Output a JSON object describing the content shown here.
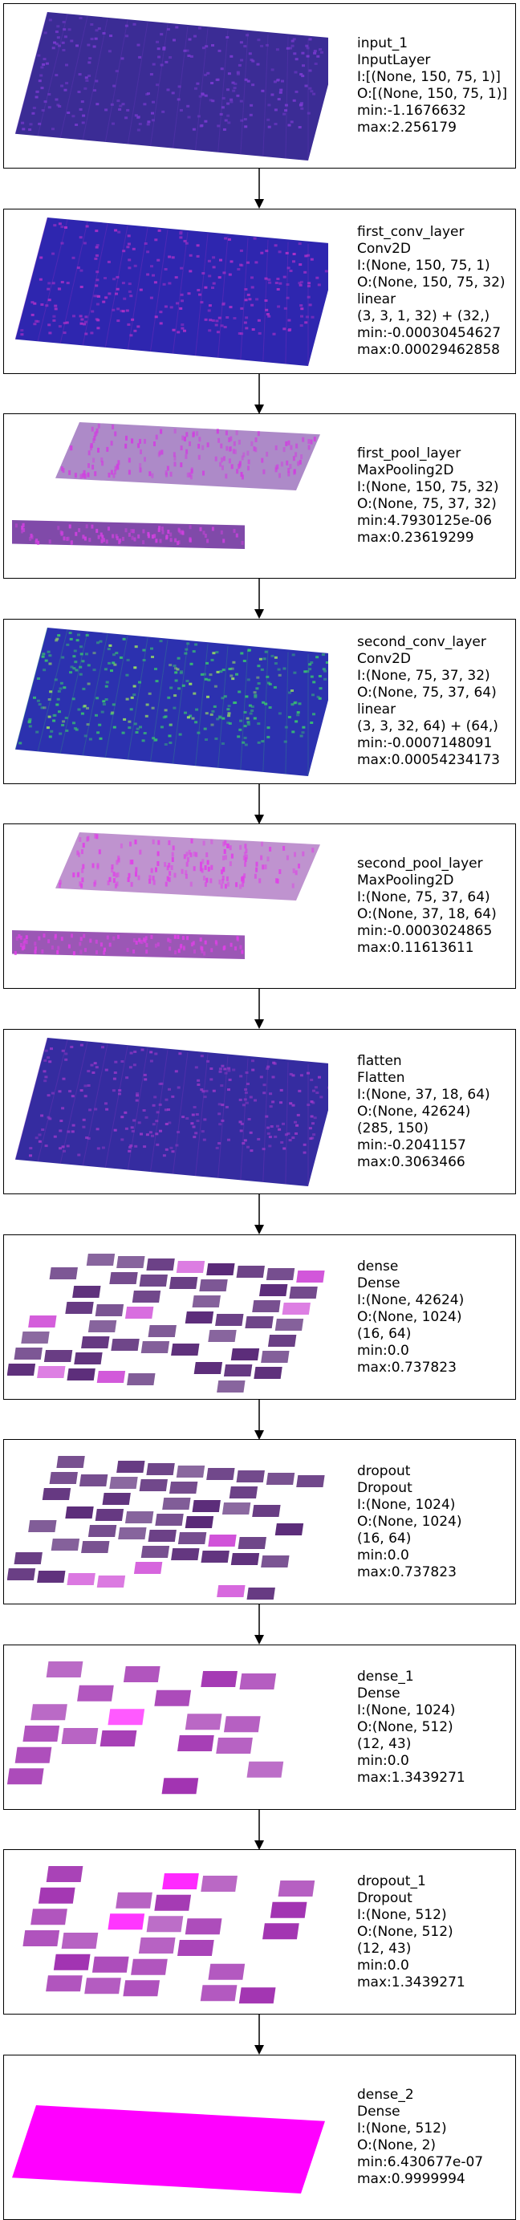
{
  "layers": [
    {
      "name": "input_1",
      "type": "InputLayer",
      "details": [
        "I:[(None, 150, 75, 1)]",
        "O:[(None, 150, 75, 1)]",
        "min:-1.1676632",
        "max:2.256179"
      ],
      "viz": {
        "base_color": "#2a1a8c",
        "accent_color": "#7a3ad0"
      }
    },
    {
      "name": "first_conv_layer",
      "type": "Conv2D",
      "details": [
        "I:(None, 150, 75, 1)",
        "O:(None, 150, 75, 32)",
        "linear",
        "(3, 3, 1, 32) + (32,)",
        "min:-0.00030454627",
        "max:0.00029462858"
      ],
      "viz": {
        "base_color": "#1c14a8",
        "accent_color": "#b030c8"
      }
    },
    {
      "name": "first_pool_layer",
      "type": "MaxPooling2D",
      "details": [
        "I:(None, 150, 75, 32)",
        "O:(None, 75, 37, 32)",
        "min:4.7930125e-06",
        "max:0.23619299"
      ],
      "viz": {
        "base_color": "#6a2a9a",
        "accent_color": "#d040e0"
      }
    },
    {
      "name": "second_conv_layer",
      "type": "Conv2D",
      "details": [
        "I:(None, 75, 37, 32)",
        "O:(None, 75, 37, 64)",
        "linear",
        "(3, 3, 32, 64) + (64,)",
        "min:-0.0007148091",
        "max:0.00054234173"
      ],
      "viz": {
        "base_color": "#1a20a8",
        "accent_color": "#38c070"
      }
    },
    {
      "name": "second_pool_layer",
      "type": "MaxPooling2D",
      "details": [
        "I:(None, 75, 37, 64)",
        "O:(None, 37, 18, 64)",
        "min:-0.0003024865",
        "max:0.11613611"
      ],
      "viz": {
        "base_color": "#8a3aa8",
        "accent_color": "#e040e8"
      }
    },
    {
      "name": "flatten",
      "type": "Flatten",
      "details": [
        "I:(None, 37, 18, 64)",
        "O:(None, 42624)",
        "(285, 150)",
        "min:-0.2041157",
        "max:0.3063466"
      ],
      "viz": {
        "base_color": "#241a98",
        "accent_color": "#9a38c8"
      }
    },
    {
      "name": "dense",
      "type": "Dense",
      "details": [
        "I:(None, 42624)",
        "O:(None, 1024)",
        "(16, 64)",
        "min:0.0",
        "max:0.737823"
      ],
      "viz": {
        "base_color": "#5a2a78",
        "accent_color": "#d050d8"
      }
    },
    {
      "name": "dropout",
      "type": "Dropout",
      "details": [
        "I:(None, 1024)",
        "O:(None, 1024)",
        "(16, 64)",
        "min:0.0",
        "max:0.737823"
      ],
      "viz": {
        "base_color": "#5a2a78",
        "accent_color": "#d050d8"
      }
    },
    {
      "name": "dense_1",
      "type": "Dense",
      "details": [
        "I:(None, 1024)",
        "O:(None, 512)",
        "(12, 43)",
        "min:0.0",
        "max:1.3439271"
      ],
      "viz": {
        "base_color": "#a030b0",
        "accent_color": "#ff20ff"
      }
    },
    {
      "name": "dropout_1",
      "type": "Dropout",
      "details": [
        "I:(None, 512)",
        "O:(None, 512)",
        "(12, 43)",
        "min:0.0",
        "max:1.3439271"
      ],
      "viz": {
        "base_color": "#a030b0",
        "accent_color": "#ff20ff"
      }
    },
    {
      "name": "dense_2",
      "type": "Dense",
      "details": [
        "I:(None, 512)",
        "O:(None, 2)",
        "min:6.430677e-07",
        "max:0.9999994"
      ],
      "viz": {
        "base_color": "#ff00ff",
        "accent_color": "#ff00ff"
      }
    }
  ]
}
